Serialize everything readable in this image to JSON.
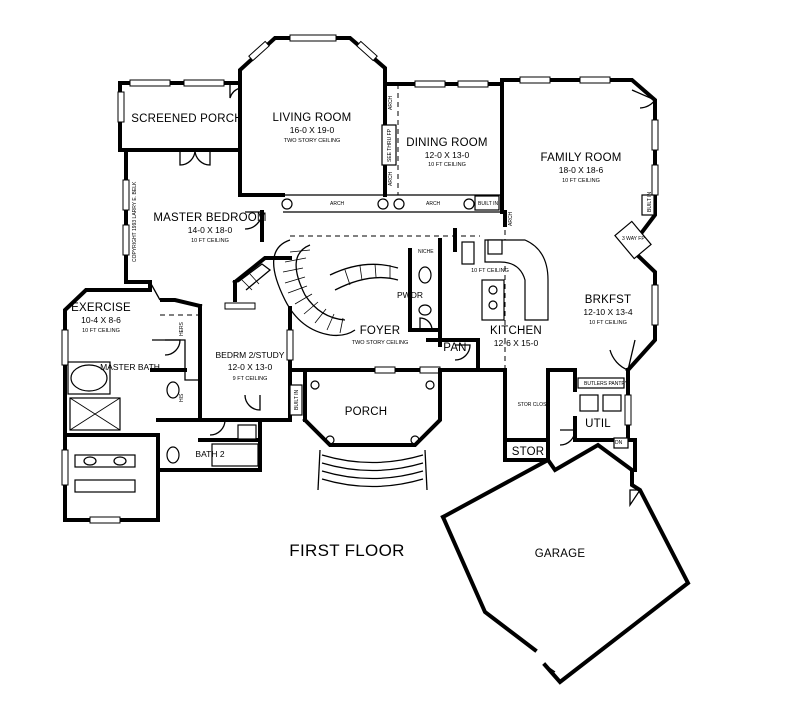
{
  "floor_title": "FIRST FLOOR",
  "copyright": "COPYRIGHT 1993 LARRY E. BELK",
  "rooms": {
    "living": {
      "name": "LIVING ROOM",
      "dim": "16-0 X 19-0",
      "note": "TWO STORY CEILING"
    },
    "dining": {
      "name": "DINING ROOM",
      "dim": "12-0 X 13-0",
      "note": "10 FT CEILING"
    },
    "family": {
      "name": "FAMILY ROOM",
      "dim": "18-0 X 18-6",
      "note": "10 FT CEILING"
    },
    "screened_porch": {
      "name": "SCREENED PORCH"
    },
    "master_bedroom": {
      "name": "MASTER BEDROOM",
      "dim": "14-0 X 18-0",
      "note": "10 FT CEILING"
    },
    "exercise": {
      "name": "EXERCISE",
      "dim": "10-4 X 8-6",
      "note": "10 FT CEILING"
    },
    "master_bath": {
      "name": "MASTER BATH"
    },
    "bedroom2": {
      "name": "BEDRM 2/STUDY",
      "dim": "12-0 X 13-0",
      "note": "9 FT CEILING"
    },
    "bath2": {
      "name": "BATH 2"
    },
    "foyer": {
      "name": "FOYER",
      "note": "TWO STORY CEILING"
    },
    "porch": {
      "name": "PORCH"
    },
    "pwdr": {
      "name": "PWDR"
    },
    "pan": {
      "name": "PAN"
    },
    "kitchen": {
      "name": "KITCHEN",
      "dim": "12-6 X 15-0",
      "note": "10 FT CEILING"
    },
    "brkfst": {
      "name": "BRKFST",
      "dim": "12-10 X 13-4",
      "note": "10 FT CEILING"
    },
    "util": {
      "name": "UTIL"
    },
    "stor": {
      "name": "STOR"
    },
    "stor_clos": {
      "name": "STOR CLOS"
    },
    "garage": {
      "name": "GARAGE"
    }
  },
  "labels": {
    "arch": "ARCH",
    "built_in": "BUILT IN",
    "see_thru_fp": "SEE THRU FP",
    "niche": "NICHE",
    "his": "HIS",
    "hers": "HERS",
    "butlers_pantry": "BUTLERS PANTRY",
    "three_way_fp": "3 WAY FP",
    "dn": "DN"
  }
}
